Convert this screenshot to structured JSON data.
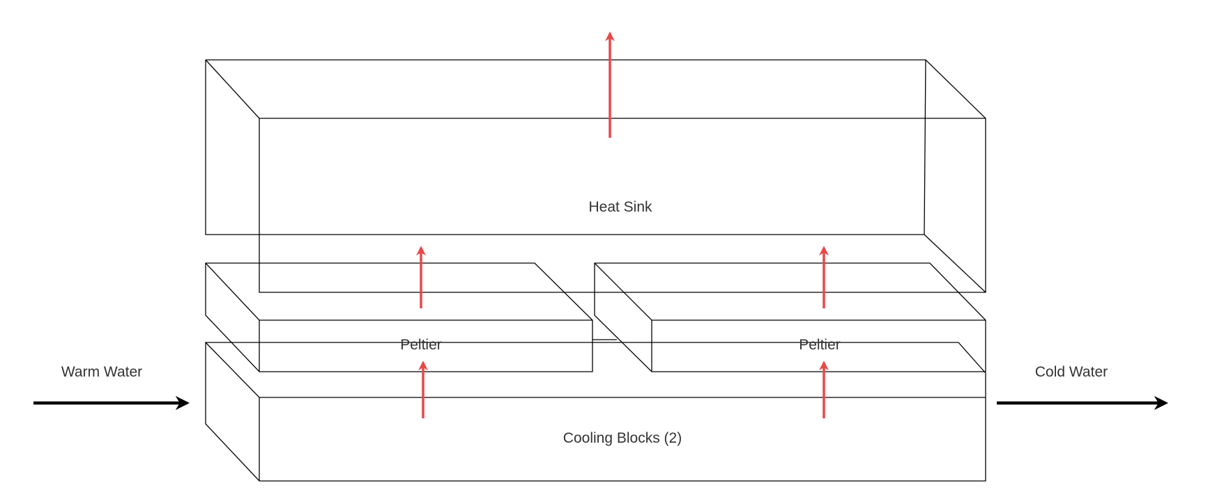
{
  "labels": {
    "heat_sink": "Heat Sink",
    "peltier_left": "Peltier",
    "peltier_right": "Peltier",
    "cooling_blocks": "Cooling Blocks (2)",
    "warm_water": "Warm Water",
    "cold_water": "Cold Water"
  },
  "colors": {
    "outline": "#000000",
    "heat_arrow": "#e84848",
    "flow_arrow": "#000000",
    "label_text": "#333333"
  }
}
